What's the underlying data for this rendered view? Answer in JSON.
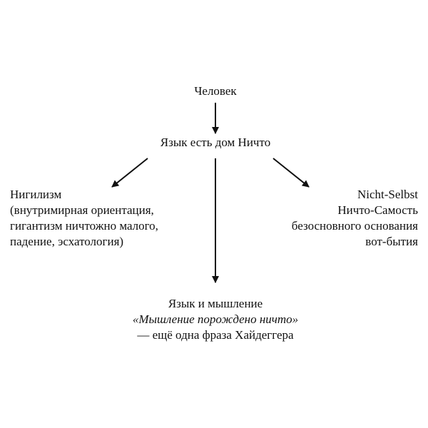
{
  "nodes": {
    "root": {
      "label": "Человек"
    },
    "center": {
      "label": "Язык есть дом Ничто"
    },
    "left": {
      "lines": [
        "Нигилизм",
        "(внутримирная ориентация,",
        "гигантизм ничтожно малого,",
        "падение, эсхатология)"
      ]
    },
    "right": {
      "lines": [
        "Nicht-Selbst",
        "Ничто-Самость",
        "безосновного основания",
        "вот-бытия"
      ]
    },
    "bottom": {
      "title": "Язык и мышление",
      "quote": "«Мышление порождено ничто»",
      "note": "— ещё одна фраза Хайдеггера"
    }
  },
  "edges": [
    {
      "from": "root",
      "to": "center"
    },
    {
      "from": "center",
      "to": "left"
    },
    {
      "from": "center",
      "to": "bottom"
    },
    {
      "from": "center",
      "to": "right"
    }
  ]
}
